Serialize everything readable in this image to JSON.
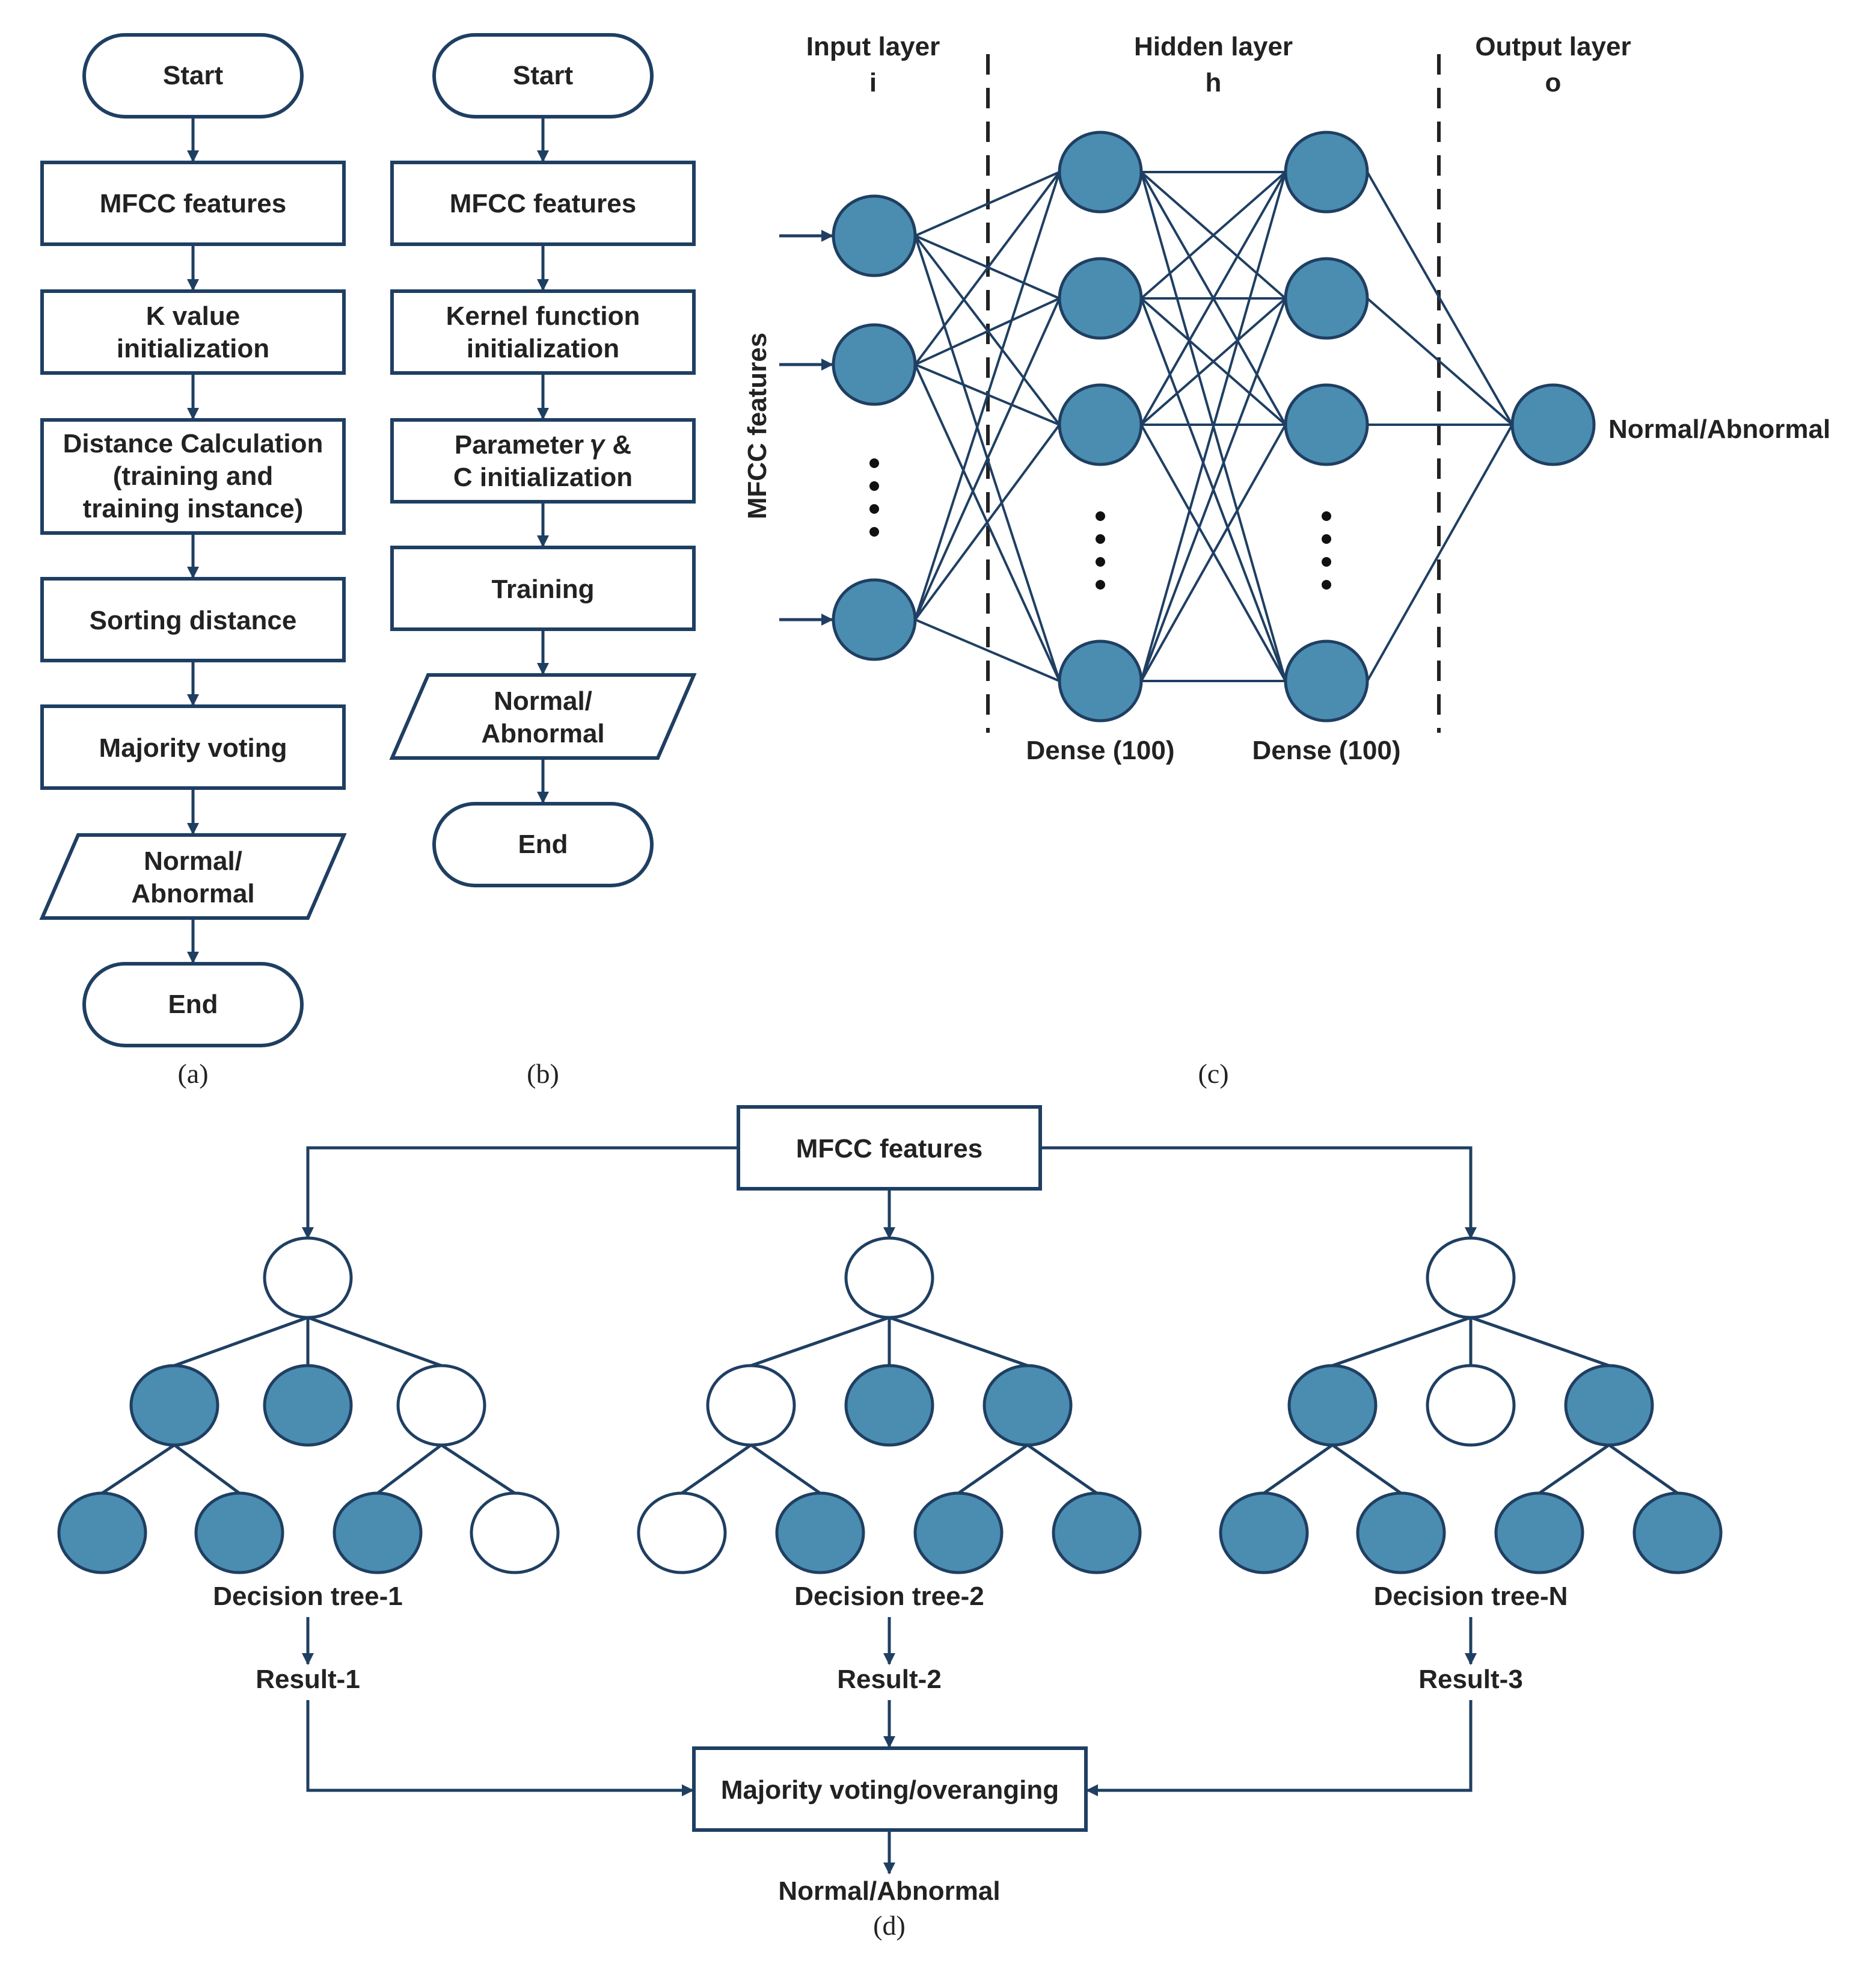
{
  "panel_a": {
    "start": "Start",
    "mfcc": "MFCC features",
    "k_init": [
      "K value",
      "initialization"
    ],
    "distance": [
      "Distance Calculation",
      "(training and",
      "training instance)"
    ],
    "sorting": "Sorting distance",
    "voting": "Majority voting",
    "output": [
      "Normal/",
      "Abnormal"
    ],
    "end": "End",
    "caption": "(a)"
  },
  "panel_b": {
    "start": "Start",
    "mfcc": "MFCC features",
    "kernel": [
      "Kernel function",
      "initialization"
    ],
    "param": [
      "Parameter 𝛾 &",
      "C initialization"
    ],
    "training": "Training",
    "output": [
      "Normal/",
      "Abnormal"
    ],
    "end": "End",
    "caption": "(b)"
  },
  "panel_c": {
    "input_title": "Input layer",
    "input_sub": "i",
    "hidden_title": "Hidden layer",
    "hidden_sub": "h",
    "output_title": "Output layer",
    "output_sub": "o",
    "input_label": "MFCC features",
    "output_label": "Normal/Abnormal",
    "dense1": "Dense (100)",
    "dense2": "Dense (100)",
    "caption": "(c)"
  },
  "panel_d": {
    "mfcc": "MFCC features",
    "tree1": "Decision tree-1",
    "tree2": "Decision tree-2",
    "treeN": "Decision tree-N",
    "result1": "Result-1",
    "result2": "Result-2",
    "result3": "Result-3",
    "vote": "Majority voting/overanging",
    "output": "Normal/Abnormal",
    "caption": "(d)"
  },
  "colors": {
    "node_fill": "#4a8db0",
    "stroke": "#1f3f62"
  }
}
